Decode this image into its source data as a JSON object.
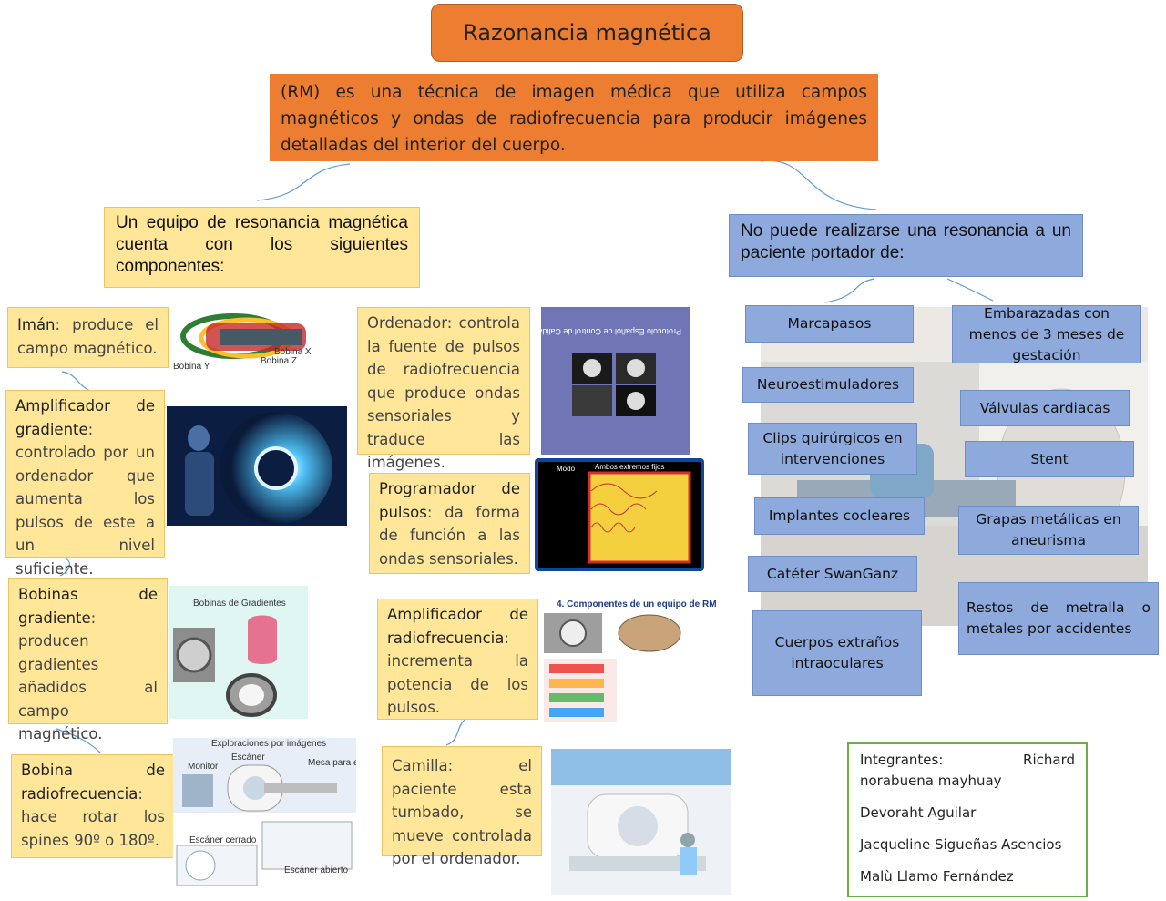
{
  "title": "Razonancia magnética",
  "definition": "(RM) es una técnica de imagen médica que utiliza campos magnéticos y ondas de radiofrecuencia para producir imágenes detalladas del interior del cuerpo.",
  "left_branch": {
    "heading": "Un equipo de resonancia magnética cuenta con los siguientes componentes:",
    "components": [
      {
        "term": "Imán",
        "text": ": produce el campo magnético."
      },
      {
        "term": "Amplificador de gradiente",
        "text": ": controlado por un ordenador que aumenta los pulsos de este a un nivel suficiente."
      },
      {
        "term": "Bobinas de gradiente",
        "text": ": producen gradientes añadidos al campo magnético."
      },
      {
        "term": "Bobina de radiofrecuencia",
        "text": ": hace rotar los spines 90º o 180º."
      },
      {
        "term": "",
        "text": "Ordenador: controla la fuente de pulsos de radiofrecuencia que produce ondas sensoriales y traduce las imágenes."
      },
      {
        "term": "Programador de pulsos",
        "text": ": da forma de función a las ondas sensoriales."
      },
      {
        "term": "Amplificador de radiofrecuencia",
        "text": ": incrementa la potencia de los pulsos."
      },
      {
        "term": "",
        "text": "Camilla: el paciente esta tumbado, se mueve controlada por el ordenador."
      }
    ]
  },
  "right_branch": {
    "heading": "No puede realizarse una resonancia a un paciente portador de:",
    "items": [
      "Marcapasos",
      "Neuroestimuladores",
      "Clips quirúrgicos en intervenciones",
      "Implantes cocleares",
      "Catéter SwanGanz",
      "Cuerpos extraños intraoculares",
      "Embarazadas con menos de 3 meses de gestación",
      "Válvulas cardiacas",
      "Stent",
      "Grapas metálicas en aneurisma",
      "Restos de metralla o metales por accidentes"
    ]
  },
  "team": [
    "Integrantes: Richard norabuena mayhuay",
    "Devoraht Aguilar",
    "Jacqueline Sigueñas Asencios",
    "Malù Llamo Fernández"
  ],
  "images": {
    "magnet_labels": [
      "Bobina Y",
      "Bobina Z",
      "Bobina X"
    ],
    "protocol_title": "Protocolo Español de Control de Calidad en Radiodiagnóstico",
    "pulse_chart_title": "Ambos extremos fijos",
    "pulse_chart_mode": "Modo",
    "gradient_coils_title": "Bobinas de Gradientes",
    "equipment_title": "4. Componentes de un equipo de RM",
    "explorations_title": "Exploraciones por imágenes",
    "explorations_labels": [
      "Escáner",
      "Monitor",
      "Mesa para el paciente",
      "Escáner cerrado",
      "Escáner abierto"
    ]
  },
  "colors": {
    "orange": "#ed7d31",
    "yellow": "#ffe699",
    "blue": "#8ea9db",
    "green": "#70ad47"
  }
}
